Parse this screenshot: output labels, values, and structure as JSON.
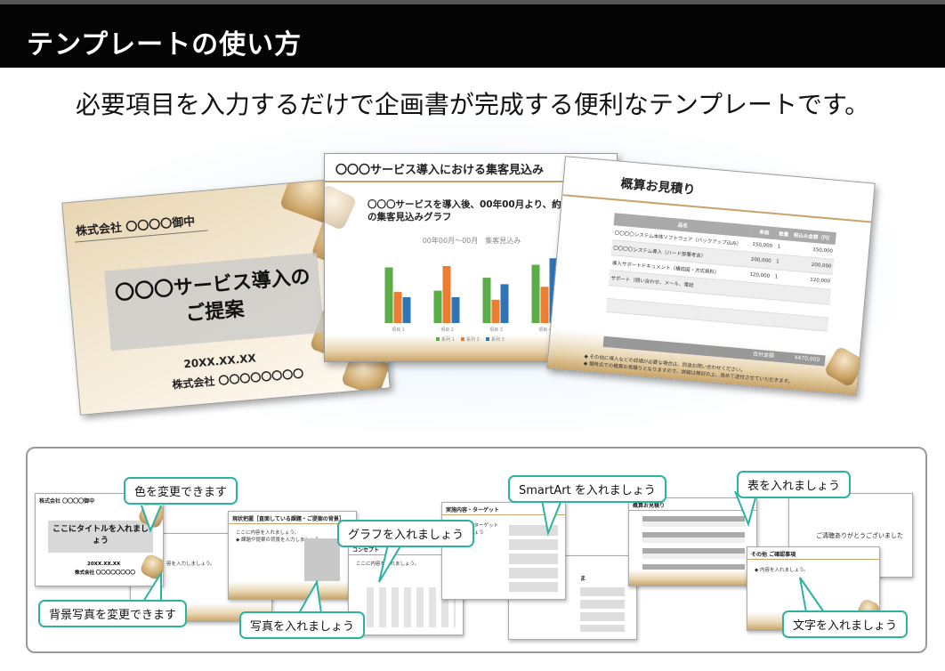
{
  "header": {
    "title": "テンプレートの使い方"
  },
  "subtitle": "必要項目を入力するだけで企画書が完成する便利なテンプレートです。",
  "colors": {
    "header_bg": "#040404",
    "callout_border": "#2bb3a0",
    "accent_beige": "#c9a46a"
  },
  "slide1": {
    "company": "株式会社 〇〇〇〇御中",
    "title_line1": "〇〇〇サービス導入の",
    "title_line2": "ご提案",
    "date": "20XX.XX.XX",
    "company2": "株式会社 〇〇〇〇〇〇〇〇"
  },
  "slide2": {
    "heading": "〇〇〇サービス導入における集客見込み",
    "desc": "〇〇〇サービスを導入後、00年00月より、約〇ヶ月間の集客見込みグラフ",
    "chart_data": {
      "type": "bar",
      "title": "00年00月〜00月　集客見込み",
      "categories": [
        "項目 1",
        "項目 2",
        "項目 3",
        "項目 4"
      ],
      "series": [
        {
          "name": "系列 1",
          "values": [
            4.3,
            2.5,
            3.5,
            4.5
          ],
          "color": "#5aad47"
        },
        {
          "name": "系列 2",
          "values": [
            2.4,
            4.4,
            1.8,
            2.8
          ],
          "color": "#ed7d31"
        },
        {
          "name": "系列 3",
          "values": [
            2.0,
            2.0,
            3.0,
            5.0
          ],
          "color": "#2e75b6"
        }
      ],
      "ylim": [
        0,
        5.5
      ]
    }
  },
  "slide3": {
    "heading": "概算お見積り",
    "headers": [
      "品名",
      "単価",
      "数量",
      "税込み金額（円）"
    ],
    "rows": [
      [
        "〇〇〇〇システム本体ソフトウェア（バックアップ込み）",
        "150,000",
        "1",
        "150,000"
      ],
      [
        "〇〇〇〇システム導入（ハード部署考含）",
        "200,000",
        "1",
        "200,000"
      ],
      [
        "導入サポートドキュメント（構成図・方式資料）",
        "120,000",
        "1",
        "120,000"
      ],
      [
        "サポート（問い合わせ、メール、電話",
        "",
        "",
        ""
      ]
    ],
    "total_label": "合計金額",
    "total_value": "¥470,000",
    "note1": "◆ その他に導入などの詳細が必要な場合は、別途お問い合わせください。",
    "note2": "◆ 現時点での概算お見積りとなりますので、詳細は検討の上、改めて送付させていただきます。"
  },
  "thumbs": {
    "t1_company": "株式会社 〇〇〇〇御中",
    "t1_title": "ここにタイトルを入れましょう",
    "t1_date": "20XX.XX.XX",
    "t1_company2": "株式会社 〇〇〇〇〇〇〇〇",
    "t1_back_body": "容を入力しましょう。",
    "t2_title": "現状把握［直面している課題・ご提案の背景］",
    "t2_body": "ここに内容を入れましょう。",
    "t2_bullet": "◆ 課題や提案の背景を入力しましょう。",
    "t3_title": "コンセプト",
    "t3_body": "ここに内容を入れましょう。",
    "t4_title": "実施内容・ターゲット",
    "t4_body": "実施内容やターゲットを入れましょう",
    "t4_back": "ま",
    "t5_title": "概算お見積り",
    "t6_thanks": "ご清聴ありがとうございました",
    "t6_title": "その他 ご確認事項",
    "t6_body": "◆ 内容を入れましょう。"
  },
  "callouts": {
    "color": "色を変更できます",
    "background": "背景写真を変更できます",
    "photo": "写真を入れましょう",
    "graph": "グラフを入れましょう",
    "smartart": "SmartArt を入れましょう",
    "table": "表を入れましょう",
    "text": "文字を入れましょう"
  }
}
